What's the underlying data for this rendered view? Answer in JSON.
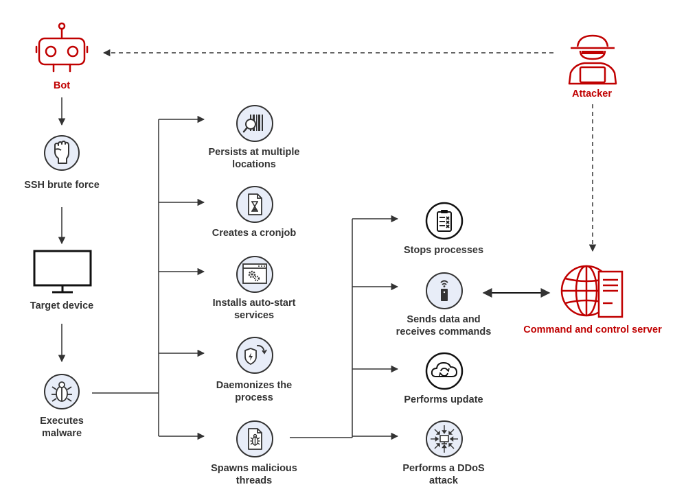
{
  "colors": {
    "red": "#c00000",
    "circle_fill": "#e8edf8",
    "icon_stroke": "#333333",
    "arrow": "#333333"
  },
  "nodes": {
    "bot": {
      "label": "Bot",
      "icon": "robot-icon"
    },
    "attacker": {
      "label": "Attacker",
      "icon": "hacker-icon"
    },
    "ssh": {
      "label": "SSH brute force",
      "icon": "fist-icon"
    },
    "target": {
      "label": "Target device",
      "icon": "monitor-icon"
    },
    "malware": {
      "line1": "Executes",
      "line2": "malware",
      "icon": "bug-icon"
    },
    "persist": {
      "line1": "Persists at multiple",
      "line2": "locations",
      "icon": "barcode-search-icon"
    },
    "cron": {
      "label": "Creates a cronjob",
      "icon": "hourglass-document-icon"
    },
    "autostart": {
      "line1": "Installs auto-start",
      "line2": "services",
      "icon": "window-gears-icon"
    },
    "daemon": {
      "line1": "Daemonizes the",
      "line2": "process",
      "icon": "shield-refresh-icon"
    },
    "threads": {
      "line1": "Spawns malicious",
      "line2": "threads",
      "icon": "bug-document-icon"
    },
    "stops": {
      "label": "Stops processes",
      "icon": "clipboard-list-icon"
    },
    "sends": {
      "line1": "Sends data and",
      "line2": "receives commands",
      "icon": "remote-antenna-icon"
    },
    "update": {
      "label": "Performs update",
      "icon": "cloud-sync-icon"
    },
    "ddos": {
      "line1": "Performs a DDoS",
      "line2": "attack",
      "icon": "ddos-target-icon"
    },
    "c2": {
      "label": "Command and control server",
      "icon": "globe-server-icon"
    }
  }
}
